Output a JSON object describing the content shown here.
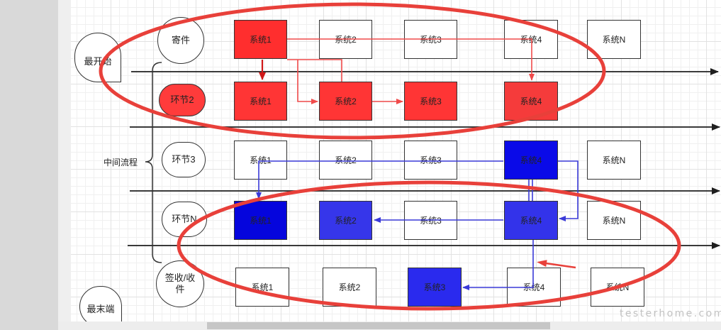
{
  "diagram": {
    "start": "最开始",
    "end": "最末端",
    "middle_group_label": "中间流程",
    "stages": [
      {
        "label": "寄件",
        "fill": "#ffffff"
      },
      {
        "label": "环节2",
        "fill": "#ff3b3b"
      },
      {
        "label": "环节3",
        "fill": "#ffffff"
      },
      {
        "label": "环节N",
        "fill": "#ffffff"
      }
    ],
    "receive_stage_lines": [
      "签收/收",
      "件"
    ],
    "rows": [
      {
        "systems": [
          {
            "label": "系统1",
            "fill": "#ff2e2e"
          },
          {
            "label": "系统2",
            "fill": "#ffffff"
          },
          {
            "label": "系统3",
            "fill": "#ffffff"
          },
          {
            "label": "系统4",
            "fill": "#ffffff"
          },
          {
            "label": "系统N",
            "fill": "#ffffff"
          }
        ]
      },
      {
        "systems": [
          {
            "label": "系统1",
            "fill": "#ff3535"
          },
          {
            "label": "系统2",
            "fill": "#ff3535"
          },
          {
            "label": "系统3",
            "fill": "#ff3535"
          },
          {
            "label": "系统4",
            "fill": "#f53b3b"
          }
        ]
      },
      {
        "systems": [
          {
            "label": "系统1",
            "fill": "#ffffff"
          },
          {
            "label": "系统2",
            "fill": "#ffffff"
          },
          {
            "label": "系统3",
            "fill": "#ffffff"
          },
          {
            "label": "系统4",
            "fill": "#0a0ae8"
          },
          {
            "label": "系统N",
            "fill": "#ffffff"
          }
        ]
      },
      {
        "systems": [
          {
            "label": "系统1",
            "fill": "#0505dd"
          },
          {
            "label": "系统2",
            "fill": "#3636ea"
          },
          {
            "label": "系统3",
            "fill": "#ffffff"
          },
          {
            "label": "系统4",
            "fill": "#3333ea"
          },
          {
            "label": "系统N",
            "fill": "#ffffff"
          }
        ]
      },
      {
        "systems": [
          {
            "label": "系统1",
            "fill": "#ffffff"
          },
          {
            "label": "系统2",
            "fill": "#ffffff"
          },
          {
            "label": "系统3",
            "fill": "#2a2aee"
          },
          {
            "label": "系统4",
            "fill": "#ffffff"
          },
          {
            "label": "系统N",
            "fill": "#ffffff"
          }
        ]
      }
    ]
  },
  "colors": {
    "annotation_red": "#e8403a",
    "red_connector": "#f04a4a",
    "red_connector_strong": "#d01818",
    "blue_connector": "#3a3ad8",
    "lane_arrow": "#1f1f1f",
    "brace": "#333333"
  },
  "watermark": "testerhome.com"
}
